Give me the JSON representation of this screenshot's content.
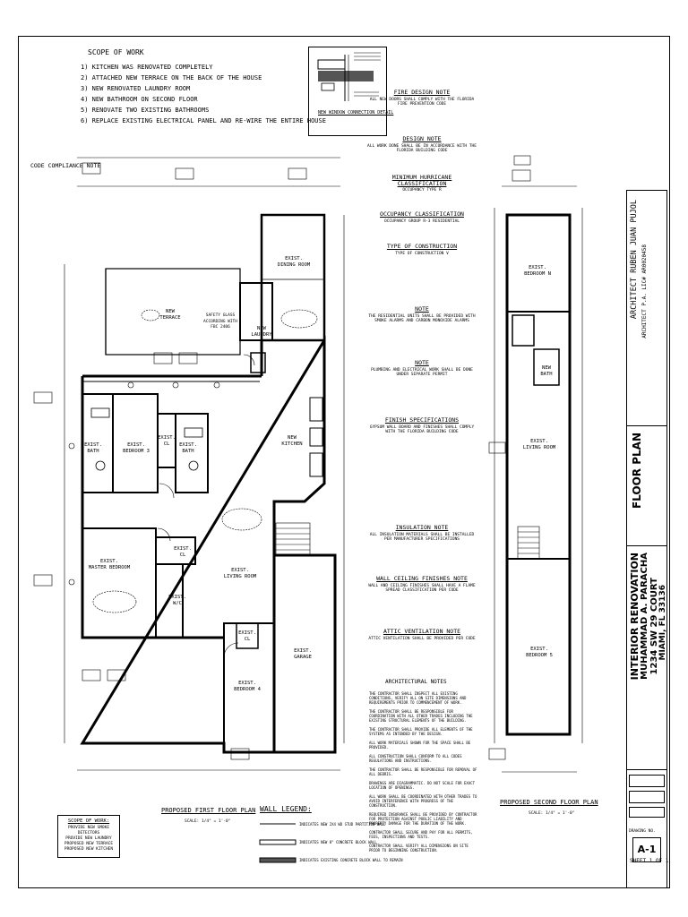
{
  "scope": {
    "title": "SCOPE OF WORK",
    "items": [
      "1) KITCHEN WAS RENOVATED COMPLETELY",
      "2) ATTACHED NEW TERRACE ON THE BACK OF THE HOUSE",
      "3) NEW RENOVATED LAUNDRY ROOM",
      "4) NEW BATHROOM ON SECOND FLOOR",
      "5) RENOVATE TWO EXISTING BATHROOMS",
      "6) REPLACE EXISTING ELECTRICAL PANEL AND RE-WIRE THE ENTIRE HOUSE"
    ]
  },
  "code_compliance_title": "CODE COMPLIANCE NOTE",
  "detail_title": "NEW WINDOW CONNECTION DETAIL",
  "notes": [
    {
      "title": "FIRE DESIGN NOTE",
      "body": "ALL NEW DOORS SHALL COMPLY WITH THE FLORIDA FIRE PREVENTION CODE"
    },
    {
      "title": "DESIGN NOTE",
      "body": "ALL WORK DONE SHALL BE IN ACCORDANCE WITH THE FLORIDA BUILDING CODE"
    },
    {
      "title": "MINIMUM HURRICANE CLASSIFICATION",
      "body": "OCCUPANCY TYPE R"
    },
    {
      "title": "OCCUPANCY CLASSIFICATION",
      "body": "OCCUPANCY GROUP R-3 RESIDENTIAL"
    },
    {
      "title": "TYPE OF CONSTRUCTION",
      "body": "TYPE OF CONSTRUCTION V"
    },
    {
      "title": "NOTE",
      "body": "THE RESIDENTIAL UNITS SHALL BE PROVIDED WITH SMOKE ALARMS AND CARBON MONOXIDE ALARMS"
    },
    {
      "title": "NOTE",
      "body": "PLUMBING AND ELECTRICAL WORK SHALL BE DONE UNDER SEPARATE PERMIT"
    },
    {
      "title": "FINISH SPECIFICATIONS",
      "body": "GYPSUM WALL BOARD AND FINISHES SHALL COMPLY WITH THE FLORIDA BUILDING CODE"
    },
    {
      "title": "INSULATION NOTE",
      "body": "ALL INSULATION MATERIALS SHALL BE INSTALLED PER MANUFACTURER SPECIFICATIONS"
    },
    {
      "title": "WALL CEILING FINISHES NOTE",
      "body": "WALL AND CEILING FINISHES SHALL HAVE A FLAME SPREAD CLASSIFICATION PER CODE"
    },
    {
      "title": "ATTIC VENTILATION NOTE",
      "body": "ATTIC VENTILATION SHALL BE PROVIDED PER CODE"
    }
  ],
  "architectural_notes": {
    "title": "ARCHITECTURAL NOTES",
    "items": [
      "THE CONTRACTOR SHALL INSPECT ALL EXISTING CONDITIONS, VERIFY ALL ON SITE DIMENSIONS AND REQUIREMENTS PRIOR TO COMMENCEMENT OF WORK.",
      "THE CONTRACTOR SHALL BE RESPONSIBLE FOR COORDINATION WITH ALL OTHER TRADES INCLUDING THE EXISTING STRUCTURAL ELEMENTS OF THE BUILDING.",
      "THE CONTRACTOR SHALL PROVIDE ALL ELEMENTS OF THE SYSTEMS AS INTENDED BY THE DESIGN.",
      "ALL WORK MATERIALS SHOWN FOR THE SPACE SHALL BE PROVIDED.",
      "ALL CONSTRUCTION SHALL CONFORM TO ALL CODES REGULATIONS AND INSTRUCTIONS.",
      "THE CONTRACTOR SHALL BE RESPONSIBLE FOR REMOVAL OF ALL DEBRIS.",
      "DRAWINGS ARE DIAGRAMMATIC. DO NOT SCALE FOR EXACT LOCATION OF OPENINGS.",
      "ALL WORK SHALL BE COORDINATED WITH OTHER TRADES TO AVOID INTERFERENCE WITH PROGRESS OF THE CONSTRUCTION.",
      "REQUIRED INSURANCE SHALL BE PROVIDED BY CONTRACTOR FOR PROTECTION AGAINST PUBLIC LIABILITY AND PROPERTY DAMAGE FOR THE DURATION OF THE WORK.",
      "CONTRACTOR SHALL SECURE AND PAY FOR ALL PERMITS, FEES, INSPECTIONS AND TESTS.",
      "CONTRACTOR SHALL VERIFY ALL DIMENSIONS ON SITE PRIOR TO BEGINNING CONSTRUCTION."
    ]
  },
  "first_floor": {
    "title": "PROPOSED FIRST FLOOR PLAN",
    "scale": "SCALE: 1/4\" = 1'-0\"",
    "rooms": [
      {
        "name": "NEW\nTERRACE"
      },
      {
        "name": "EXIST.\nDINING ROOM"
      },
      {
        "name": "NEW\nLAUNDRY"
      },
      {
        "name": "NEW\nKITCHEN"
      },
      {
        "name": "EXIST.\nBATH"
      },
      {
        "name": "EXIST.\nBEDROOM 3"
      },
      {
        "name": "EXIST.\nCL"
      },
      {
        "name": "EXIST.\nBATH"
      },
      {
        "name": "EXIST.\nMASTER BEDROOM"
      },
      {
        "name": "EXIST.\nCL"
      },
      {
        "name": "EXIST.\nW/C"
      },
      {
        "name": "EXIST.\nLIVING ROOM"
      },
      {
        "name": "EXIST.\nCL"
      },
      {
        "name": "EXIST.\nBEDROOM 4"
      },
      {
        "name": "EXIST.\nGARAGE"
      }
    ],
    "safety_glass": "SAFETY GLASS\nACCORDING WITH\nFBC 2406"
  },
  "second_floor": {
    "title": "PROPOSED SECOND FLOOR PLAN",
    "scale": "SCALE: 1/4\" = 1'-0\"",
    "rooms": [
      {
        "name": "EXIST.\nBEDROOM N"
      },
      {
        "name": "NEW\nBATH"
      },
      {
        "name": "EXIST.\nLIVING ROOM"
      },
      {
        "name": "EXIST.\nBEDROOM 5"
      }
    ]
  },
  "wall_legend": {
    "title": "WALL LEGEND:",
    "items": [
      "INDICATES NEW 2X4 WD STUD PARTITION WALL",
      "INDICATES NEW 8\" CONCRETE BLOCK WALL",
      "INDICATES EXISTING CONCRETE BLOCK WALL TO REMAIN"
    ]
  },
  "scope_small": {
    "title": "SCOPE OF WORK:",
    "lines": [
      "PROVIDE NEW SMOKE DETECTORS",
      "PROVIDE NEW LAUNDRY",
      "PROPOSED NEW TERRACE",
      "PROPOSED NEW KITCHEN"
    ]
  },
  "title_block": {
    "architect": "ARCHITECT RUBEN JUAN PUJOL",
    "architect_lic": "ARCHITECT P.A. LIC# AR0020458",
    "sheet_title": "FLOOR PLAN",
    "project": "INTERIOR RENOVATION",
    "owner": "MUHAMMAD A. PARACHA",
    "address": "1234 SW 29 COURT",
    "city": "MIAMI, FL 33136",
    "sheet_id": "A-1",
    "sheet_label": "SHEET",
    "sheet_count": "1 OF 1",
    "drawing_no_label": "DRAWING NO."
  },
  "colors": {
    "ink": "#000000",
    "paper": "#ffffff",
    "hatch": "#555555"
  }
}
